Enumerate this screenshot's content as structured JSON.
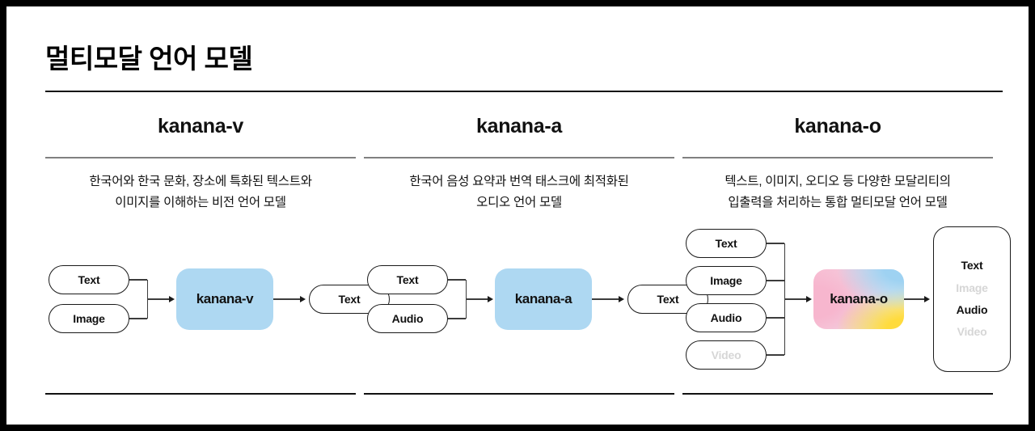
{
  "page": {
    "title": "멀티모달 언어 모델",
    "background": "#ffffff",
    "frame_color": "#000000"
  },
  "colors": {
    "accent_blue": "#aed8f2",
    "gradient_pink": "#f7b6ce",
    "gradient_blue": "#9ed2f2",
    "gradient_yellow": "#ffdb3d",
    "text": "#111111",
    "muted_text": "#d6d6d6",
    "rule_dark": "#111111",
    "rule_grey": "#808080"
  },
  "columns": [
    {
      "id": "kanana-v",
      "title": "kanana-v",
      "description": "한국어와 한국 문화, 장소에 특화된 텍스트와\n이미지를 이해하는 비전 언어 모델",
      "core_label": "kanana-v",
      "core_style": "blue",
      "inputs": [
        {
          "label": "Text",
          "muted": false
        },
        {
          "label": "Image",
          "muted": false
        }
      ],
      "outputs": [
        {
          "label": "Text",
          "muted": false
        }
      ],
      "output_style": "pill"
    },
    {
      "id": "kanana-a",
      "title": "kanana-a",
      "description": "한국어 음성 요약과 번역 태스크에 최적화된\n오디오 언어 모델",
      "core_label": "kanana-a",
      "core_style": "blue",
      "inputs": [
        {
          "label": "Text",
          "muted": false
        },
        {
          "label": "Audio",
          "muted": false
        }
      ],
      "outputs": [
        {
          "label": "Text",
          "muted": false
        }
      ],
      "output_style": "pill"
    },
    {
      "id": "kanana-o",
      "title": "kanana-o",
      "description": "텍스트, 이미지, 오디오 등 다양한 모달리티의\n입출력을 처리하는 통합 멀티모달 언어 모델",
      "core_label": "kanana-o",
      "core_style": "gradient",
      "inputs": [
        {
          "label": "Text",
          "muted": false
        },
        {
          "label": "Image",
          "muted": false
        },
        {
          "label": "Audio",
          "muted": false
        },
        {
          "label": "Video",
          "muted": true
        }
      ],
      "outputs": [
        {
          "label": "Text",
          "muted": false
        },
        {
          "label": "Image",
          "muted": true
        },
        {
          "label": "Audio",
          "muted": false
        },
        {
          "label": "Video",
          "muted": true
        }
      ],
      "output_style": "box"
    }
  ]
}
